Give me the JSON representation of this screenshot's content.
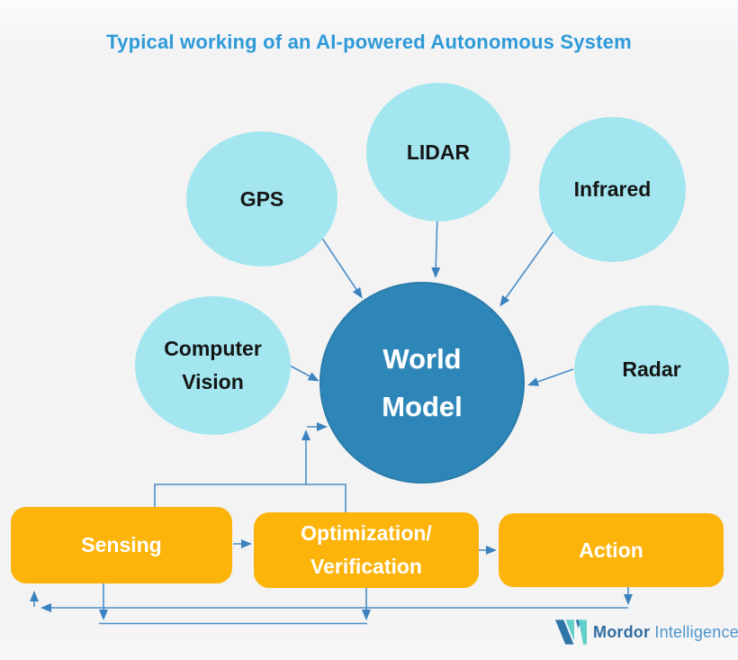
{
  "title": {
    "text": "Typical working of an AI-powered Autonomous System",
    "color": "#2e9ad8"
  },
  "sensors": [
    {
      "id": "gps",
      "label": "GPS"
    },
    {
      "id": "lidar",
      "label": "LIDAR"
    },
    {
      "id": "infrared",
      "label": "Infrared"
    },
    {
      "id": "computer-vision",
      "label": "Computer Vision",
      "lines": [
        "Computer",
        "Vision"
      ]
    },
    {
      "id": "radar",
      "label": "Radar"
    }
  ],
  "center_node": {
    "label": "World Model",
    "lines": [
      "World",
      "Model"
    ]
  },
  "process_boxes": [
    {
      "id": "sensing",
      "label": "Sensing",
      "lines": [
        "Sensing"
      ]
    },
    {
      "id": "optimization-verification",
      "label": "Optimization/Verification",
      "lines": [
        "Optimization/",
        "Verification"
      ]
    },
    {
      "id": "action",
      "label": "Action",
      "lines": [
        "Action"
      ]
    }
  ],
  "edges": [
    {
      "from": "GPS",
      "to": "World Model"
    },
    {
      "from": "LIDAR",
      "to": "World Model"
    },
    {
      "from": "Infrared",
      "to": "World Model"
    },
    {
      "from": "Computer Vision",
      "to": "World Model"
    },
    {
      "from": "Radar",
      "to": "World Model"
    },
    {
      "from": "Sensing",
      "to": "Optimization/Verification"
    },
    {
      "from": "Optimization/Verification",
      "to": "Action"
    },
    {
      "from": "Sensing + Optimization/Verification",
      "to": "World Model"
    },
    {
      "from": "Action",
      "to": "Sensing",
      "type": "feedback"
    },
    {
      "from": "Sensing",
      "to": "Optimization/Verification",
      "type": "feedback-loop"
    }
  ],
  "logo": {
    "brand_bold": "Mordor",
    "brand_light": "Intelligence"
  },
  "colors": {
    "background": "#f3f3f4",
    "sensor_bubble": "#a3e6ef",
    "world_model_fill": "#2e86b8",
    "process_box": "#fcb40b",
    "title_text": "#2e9ad8",
    "connector_line": "#4a8fc8",
    "arrowhead": "#3b82be",
    "bubble_text": "#151515",
    "box_text": "#ffffff",
    "logo_blue": "#2f76a8",
    "logo_teal": "#5fcfc9"
  }
}
